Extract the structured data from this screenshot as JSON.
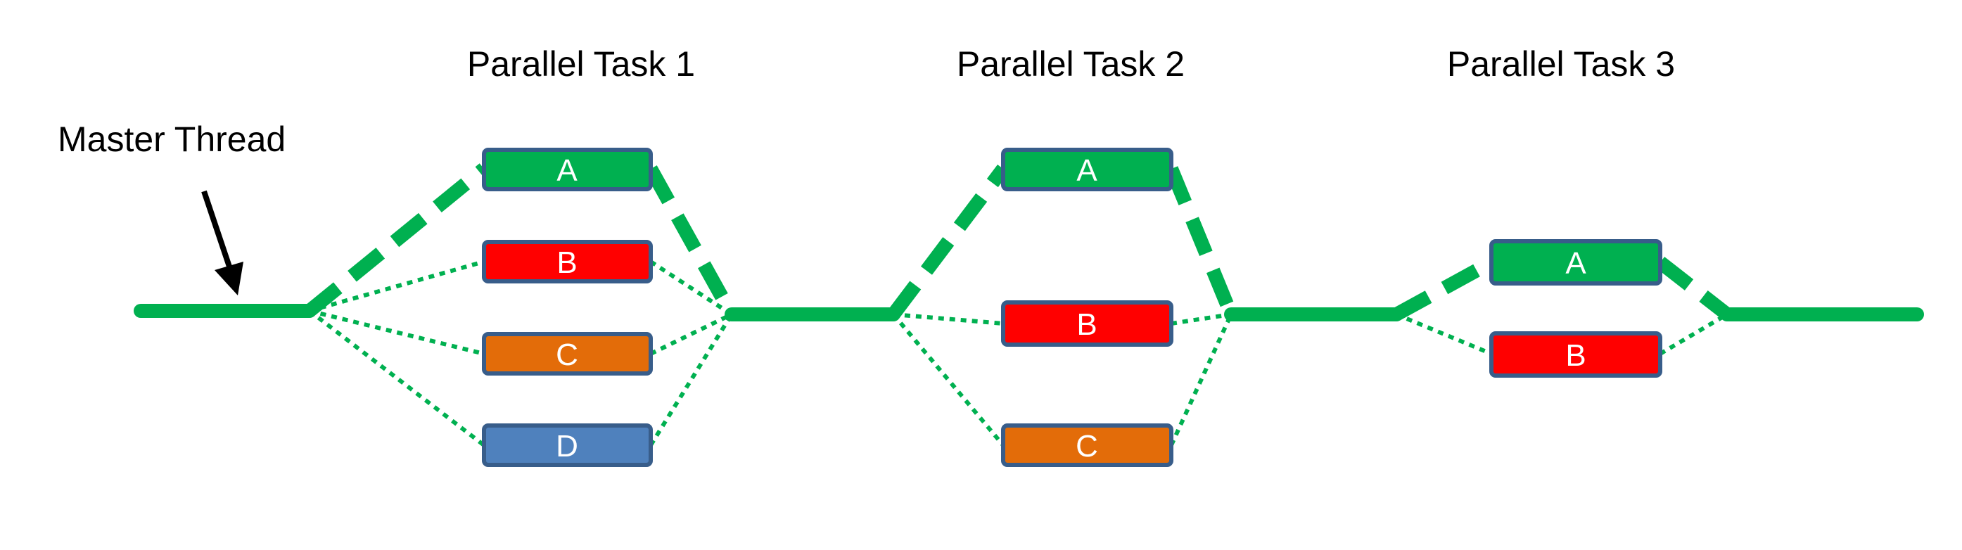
{
  "labels": {
    "master_thread": "Master Thread",
    "parallel_task_1": "Parallel Task 1",
    "parallel_task_2": "Parallel Task 2",
    "parallel_task_3": "Parallel Task 3"
  },
  "colors": {
    "thread_green": "#00B050",
    "task_green": "#00B050",
    "task_red": "#FF0000",
    "task_orange": "#E36C09",
    "task_blue": "#4F81BD",
    "box_border": "#385D8A",
    "text_dark": "#000000",
    "text_light": "#FFFFFF"
  },
  "tasks": {
    "t1": {
      "A": "A",
      "B": "B",
      "C": "C",
      "D": "D"
    },
    "t2": {
      "A": "A",
      "B": "B",
      "C": "C"
    },
    "t3": {
      "A": "A",
      "B": "B"
    }
  }
}
